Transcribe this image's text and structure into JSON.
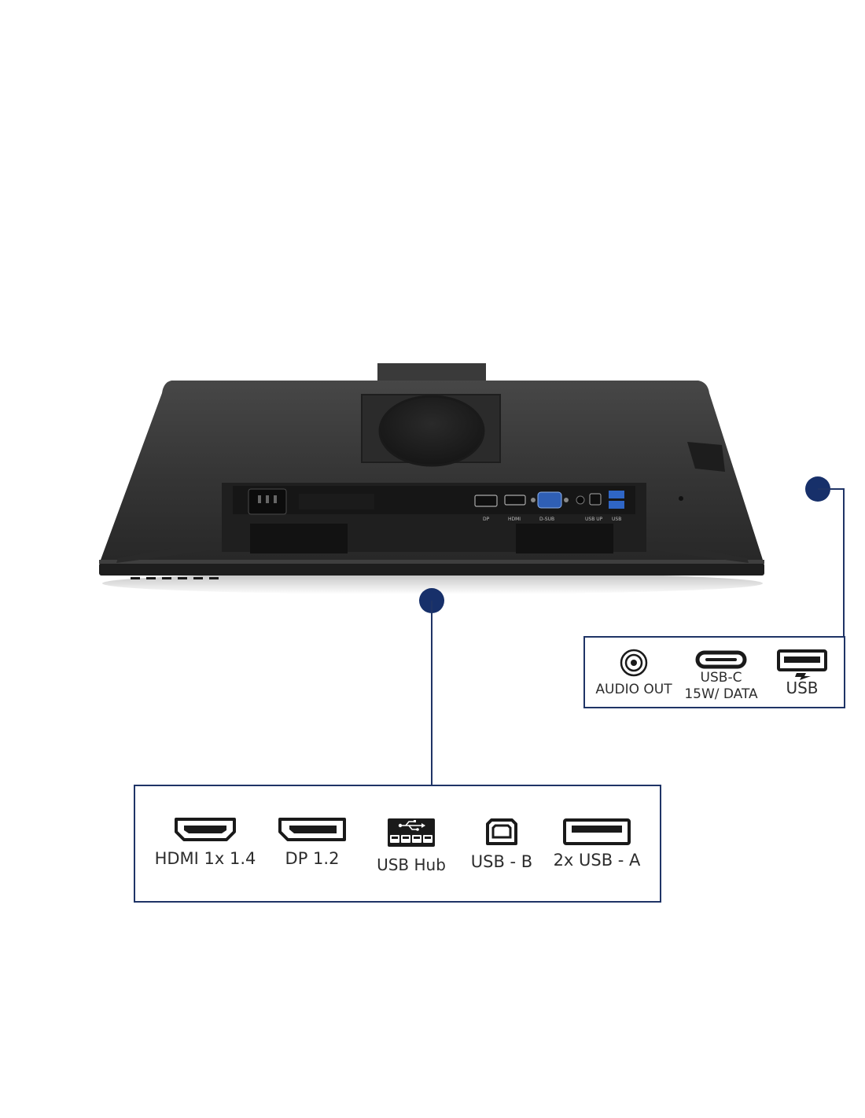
{
  "monitor_back_labels": [
    "DP",
    "HDMI",
    "D-SUB",
    "USB UP",
    "USB"
  ],
  "right_panel": {
    "ports": [
      {
        "icon": "audio-jack-icon",
        "label": "AUDIO OUT"
      },
      {
        "icon": "usb-c-icon",
        "label_line1": "USB-C",
        "label_line2": "15W/ DATA"
      },
      {
        "icon": "usb-charge-icon",
        "label": "USB"
      }
    ]
  },
  "bottom_panel": {
    "ports": [
      {
        "icon": "hdmi-icon",
        "label": "HDMI 1x 1.4"
      },
      {
        "icon": "displayport-icon",
        "label": "DP 1.2"
      },
      {
        "icon": "usb-hub-icon",
        "label": "USB Hub"
      },
      {
        "icon": "usb-b-icon",
        "label": "USB - B"
      },
      {
        "icon": "usb-a-icon",
        "label": "2x USB - A"
      }
    ]
  },
  "colors": {
    "accent": "#1f3466",
    "dot": "#17306a",
    "monitor": "#2e2e2e"
  }
}
